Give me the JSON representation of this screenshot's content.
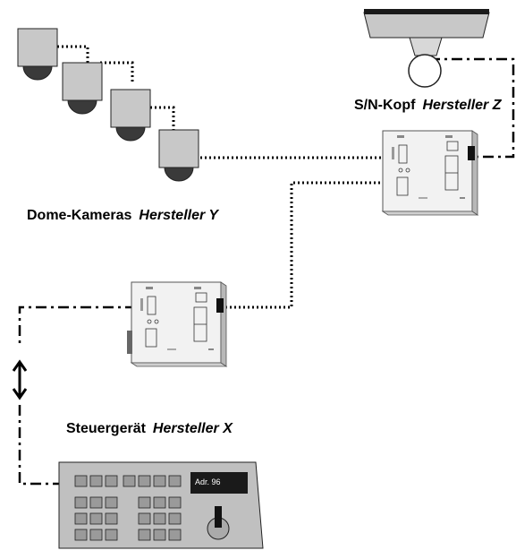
{
  "labels": {
    "dome": {
      "name": "Dome-Kameras",
      "manufacturer": "Hersteller Y"
    },
    "sn_head": {
      "name": "S/N-Kopf",
      "manufacturer": "Hersteller Z"
    },
    "controller": {
      "name": "Steuergerät",
      "manufacturer": "Hersteller X"
    }
  },
  "controller_display": "Adr. 96",
  "colors": {
    "camera_body": "#c8c8c8",
    "camera_dome": "#3a3a3a",
    "keypad_bg": "#c0c0c0",
    "display_bg": "#1a1a1a",
    "converter_body": "#f2f2f2",
    "line": "#000000"
  }
}
